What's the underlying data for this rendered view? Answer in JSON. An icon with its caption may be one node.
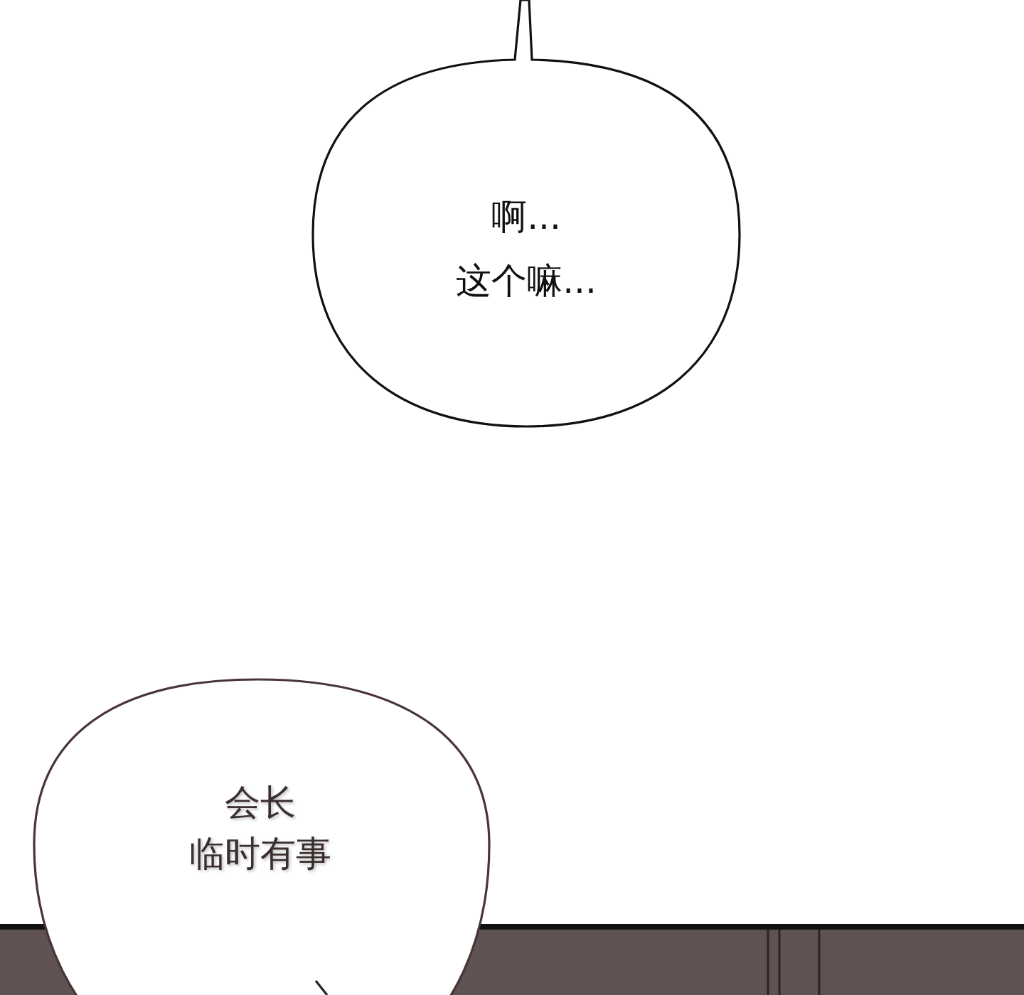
{
  "diagram": {
    "nodes": [
      {
        "text": [
          "啊...",
          "这个嘛..."
        ]
      },
      {
        "text": [
          "会长",
          "临时有事"
        ]
      }
    ]
  }
}
